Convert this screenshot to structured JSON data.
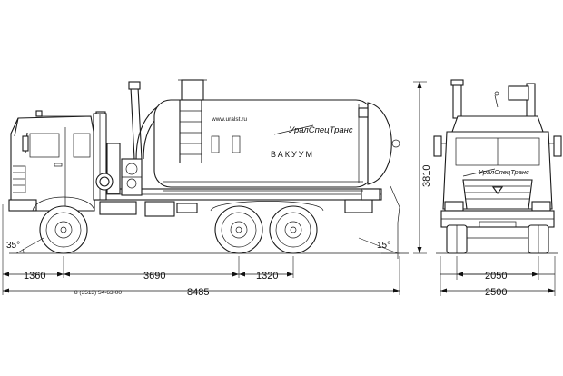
{
  "tank_label": "ВАКУУМ",
  "website": "www.uralst.ru",
  "brand": "УралСпецТранс",
  "side_view": {
    "approach_angle": "35°",
    "departure_angle": "15°",
    "dim_front_overhang": "1360",
    "dim_wheelbase_1": "3690",
    "dim_wheelbase_2": "1320",
    "dim_total_length": "8485",
    "phone": "8 (3513) 54-63-00"
  },
  "front_view": {
    "dim_height": "3810",
    "dim_track": "2050",
    "dim_width": "2500"
  }
}
